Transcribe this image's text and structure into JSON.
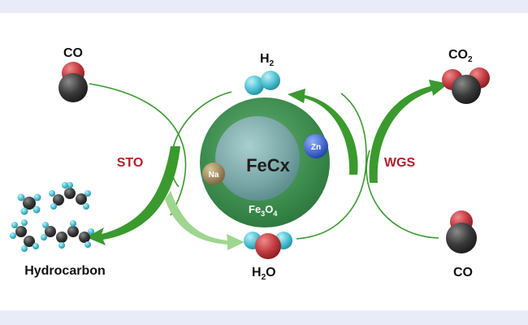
{
  "molecules": {
    "co_top_left": "CO",
    "h2": "H",
    "h2_sub": "2",
    "co2": "CO",
    "co2_sub": "2",
    "h2o": "H",
    "h2o_sub": "2",
    "h2o_tail": "O",
    "co_bottom_right": "CO",
    "hydrocarbon": "Hydrocarbon"
  },
  "reactions": {
    "left": "STO",
    "right": "WGS"
  },
  "catalyst": {
    "core": "FeCx",
    "shell": "Fe",
    "shell_sub1": "3",
    "shell_mid": "O",
    "shell_sub2": "4",
    "promoter_zn": "Zn",
    "promoter_na": "Na"
  },
  "colors": {
    "background": "#ffffff",
    "band": "#e9ecf8",
    "arrow_green": "#3a9a2e",
    "arrow_light": "#9fd68f",
    "reaction_label": "#b3202a",
    "core": "#7aa6a6",
    "shell": "#3d8c4e",
    "carbon": "#3a3a3a",
    "oxygen": "#c23b40",
    "hydrogen": "#4fc3d4",
    "zn": "#2f5fd0",
    "na": "#9b8456"
  },
  "icons": [
    "co-molecule-icon",
    "h2-molecule-icon",
    "co2-molecule-icon",
    "h2o-molecule-icon",
    "hydrocarbon-cluster-icon",
    "catalyst-particle-icon"
  ]
}
